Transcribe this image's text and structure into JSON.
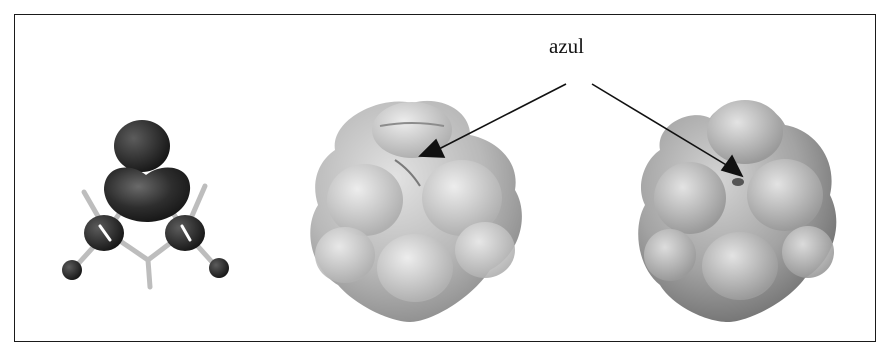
{
  "annotation": {
    "label": "azul",
    "arrow_color": "#111111"
  },
  "figures": [
    {
      "name": "molecular-orbital-model",
      "color": "#2b2b2b"
    },
    {
      "name": "electrostatic-potential-surface-a",
      "color": "#a8a8a8"
    },
    {
      "name": "electrostatic-potential-surface-b",
      "color": "#8e8e8e"
    }
  ]
}
